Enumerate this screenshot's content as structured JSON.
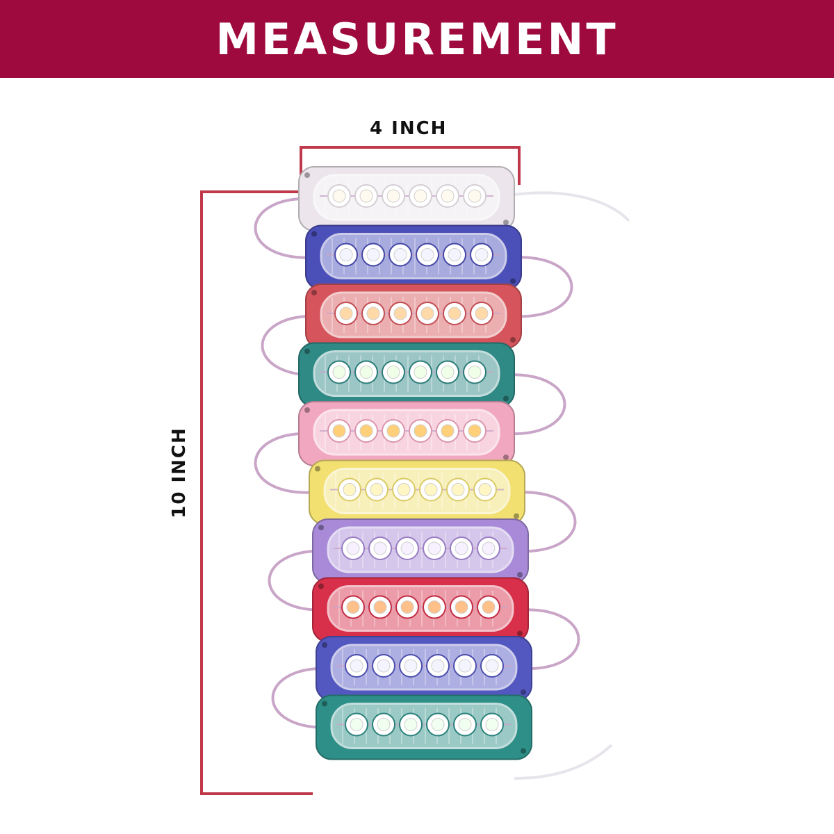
{
  "header": {
    "title": "MEASUREMENT"
  },
  "dimensions": {
    "width_label": "4 INCH",
    "height_label": "10 INCH"
  },
  "colors": {
    "banner": "#9e0a3d",
    "dimension_line": "#c0394b",
    "wire": "#c9a5c8"
  },
  "modules": [
    {
      "color": "#ece6ec",
      "led": "#fffaf0"
    },
    {
      "color": "#4b4fb8",
      "led": "#f4f4ff"
    },
    {
      "color": "#d6555c",
      "led": "#ffd9a8"
    },
    {
      "color": "#2f8a86",
      "led": "#f0ffe8"
    },
    {
      "color": "#f2a7c1",
      "led": "#ffcf7a"
    },
    {
      "color": "#f2e070",
      "led": "#fff6c4"
    },
    {
      "color": "#a88ad8",
      "led": "#f6f0ff"
    },
    {
      "color": "#d8304a",
      "led": "#ffc08a"
    },
    {
      "color": "#5357c0",
      "led": "#f4f4ff"
    },
    {
      "color": "#2e8f88",
      "led": "#f0fff0"
    }
  ]
}
